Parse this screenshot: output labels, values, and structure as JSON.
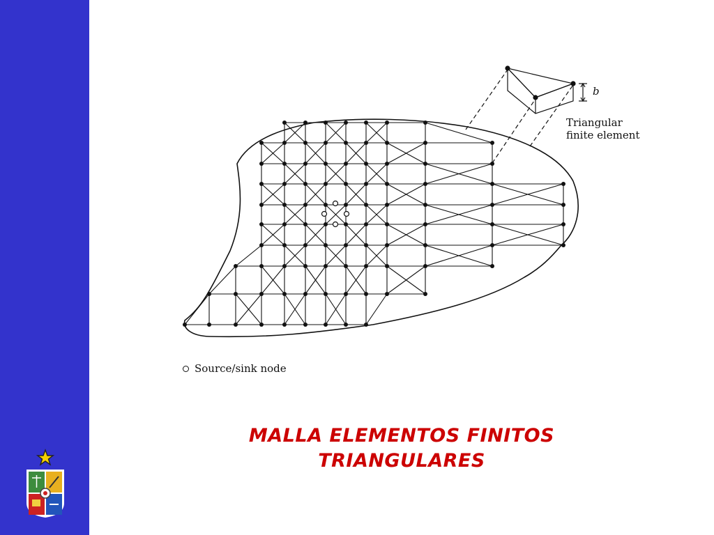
{
  "slide": {
    "title_line1": "MALLA ELEMENTOS FINITOS",
    "title_line2": "TRIANGULARES",
    "title_color": "#cc0000",
    "sidebar_color": "#3333cc"
  },
  "diagram": {
    "element_label": "Triangular\nfinite element",
    "thickness_label": "b",
    "legend_label": "Source/sink node"
  },
  "icons": {
    "sidebar": [
      "star-icon",
      "crest-icon"
    ]
  }
}
